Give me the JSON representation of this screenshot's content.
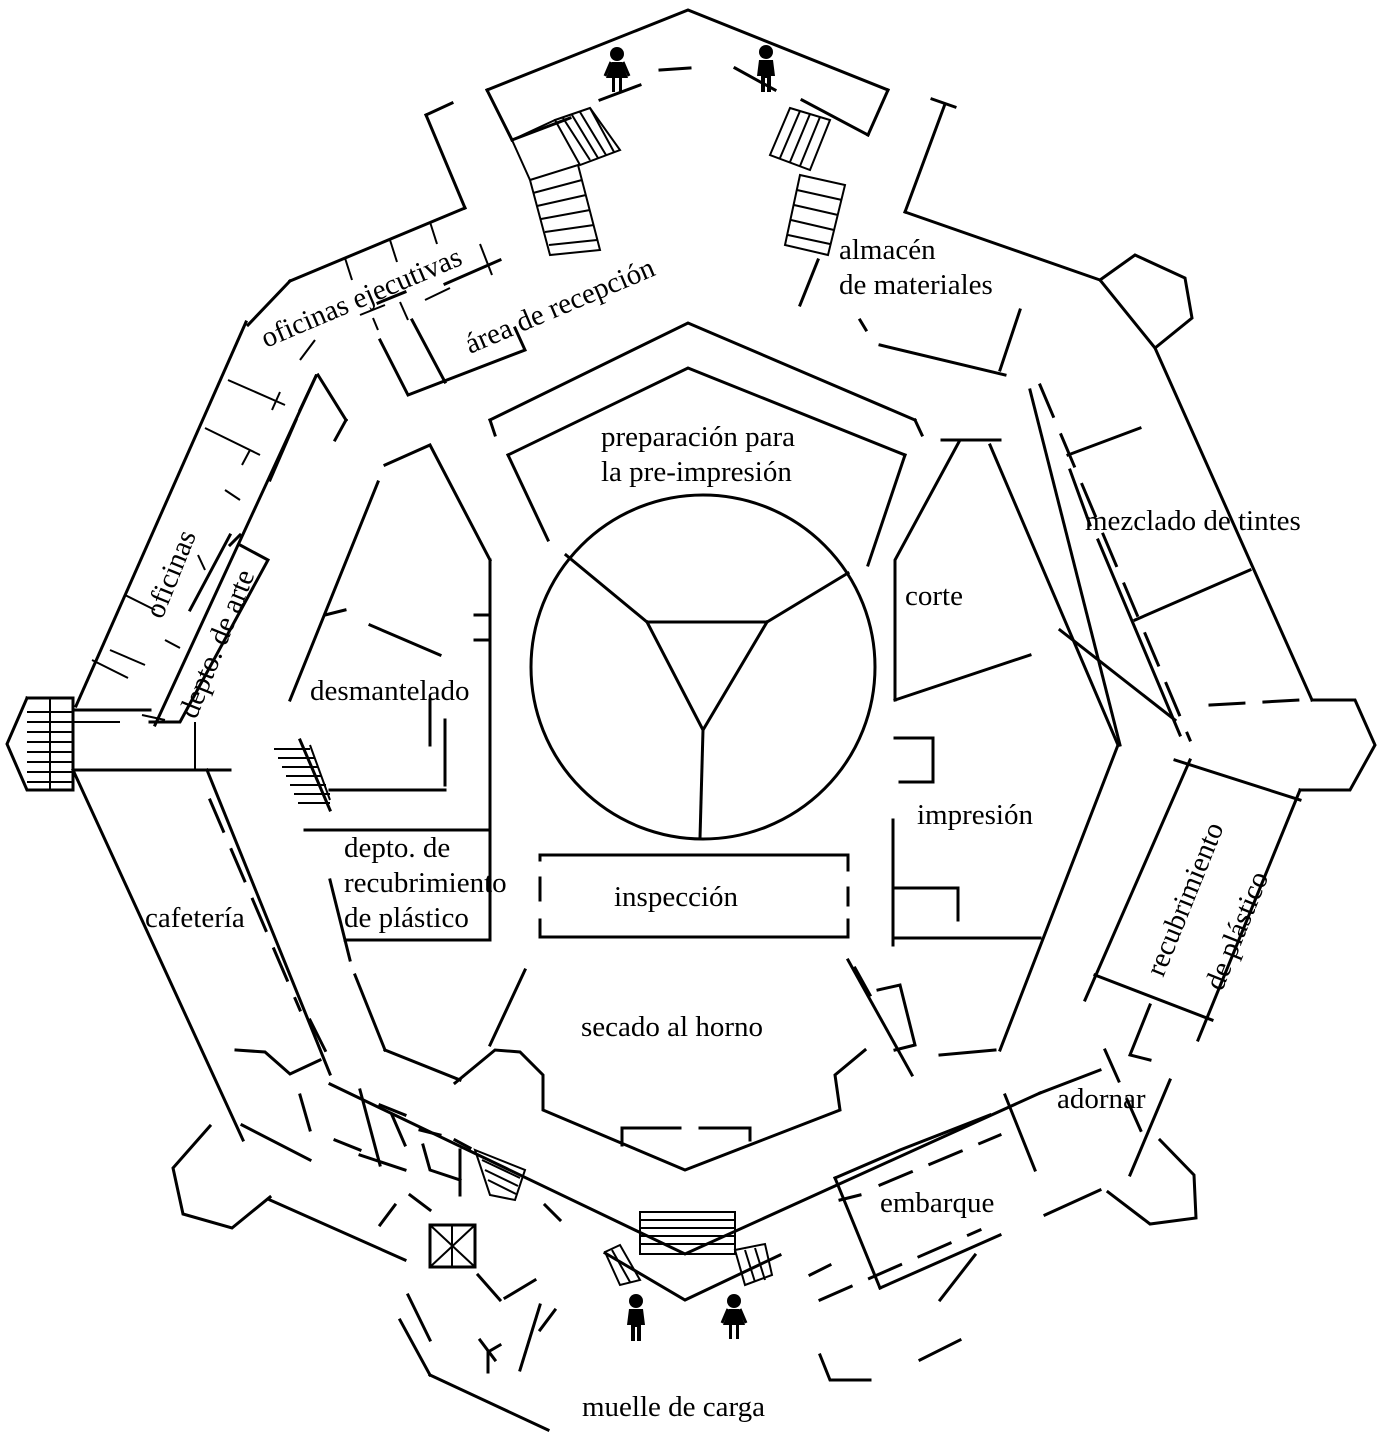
{
  "floor_plan": {
    "rooms": [
      {
        "id": "oficinas-ejecutivas",
        "label": "oficinas ejecutivas"
      },
      {
        "id": "area-recepcion",
        "label": "área de recepción"
      },
      {
        "id": "almacen-1",
        "label": "almacén"
      },
      {
        "id": "almacen-2",
        "label": "de materiales"
      },
      {
        "id": "preparacion-1",
        "label": "preparación para"
      },
      {
        "id": "preparacion-2",
        "label": "la pre-impresión"
      },
      {
        "id": "mezclado",
        "label": "mezclado de tintes"
      },
      {
        "id": "corte",
        "label": "corte"
      },
      {
        "id": "oficinas",
        "label": "oficinas"
      },
      {
        "id": "depto-arte",
        "label": "depto. de arte"
      },
      {
        "id": "desmantelado",
        "label": "desmantelado"
      },
      {
        "id": "impresion",
        "label": "impresión"
      },
      {
        "id": "recubrimiento-1",
        "label": "recubrimiento"
      },
      {
        "id": "recubrimiento-2",
        "label": "de plástico"
      },
      {
        "id": "depto-recub-1",
        "label": "depto. de"
      },
      {
        "id": "depto-recub-2",
        "label": "recubrimiento"
      },
      {
        "id": "depto-recub-3",
        "label": "de plástico"
      },
      {
        "id": "inspeccion",
        "label": "inspección"
      },
      {
        "id": "cafeteria",
        "label": "cafetería"
      },
      {
        "id": "secado",
        "label": "secado al horno"
      },
      {
        "id": "adornar",
        "label": "adornar"
      },
      {
        "id": "embarque",
        "label": "embarque"
      },
      {
        "id": "muelle",
        "label": "muelle de carga"
      }
    ],
    "restroom_icons": [
      "woman-restroom-icon",
      "man-restroom-icon",
      "man-restroom-icon",
      "woman-restroom-icon"
    ]
  }
}
